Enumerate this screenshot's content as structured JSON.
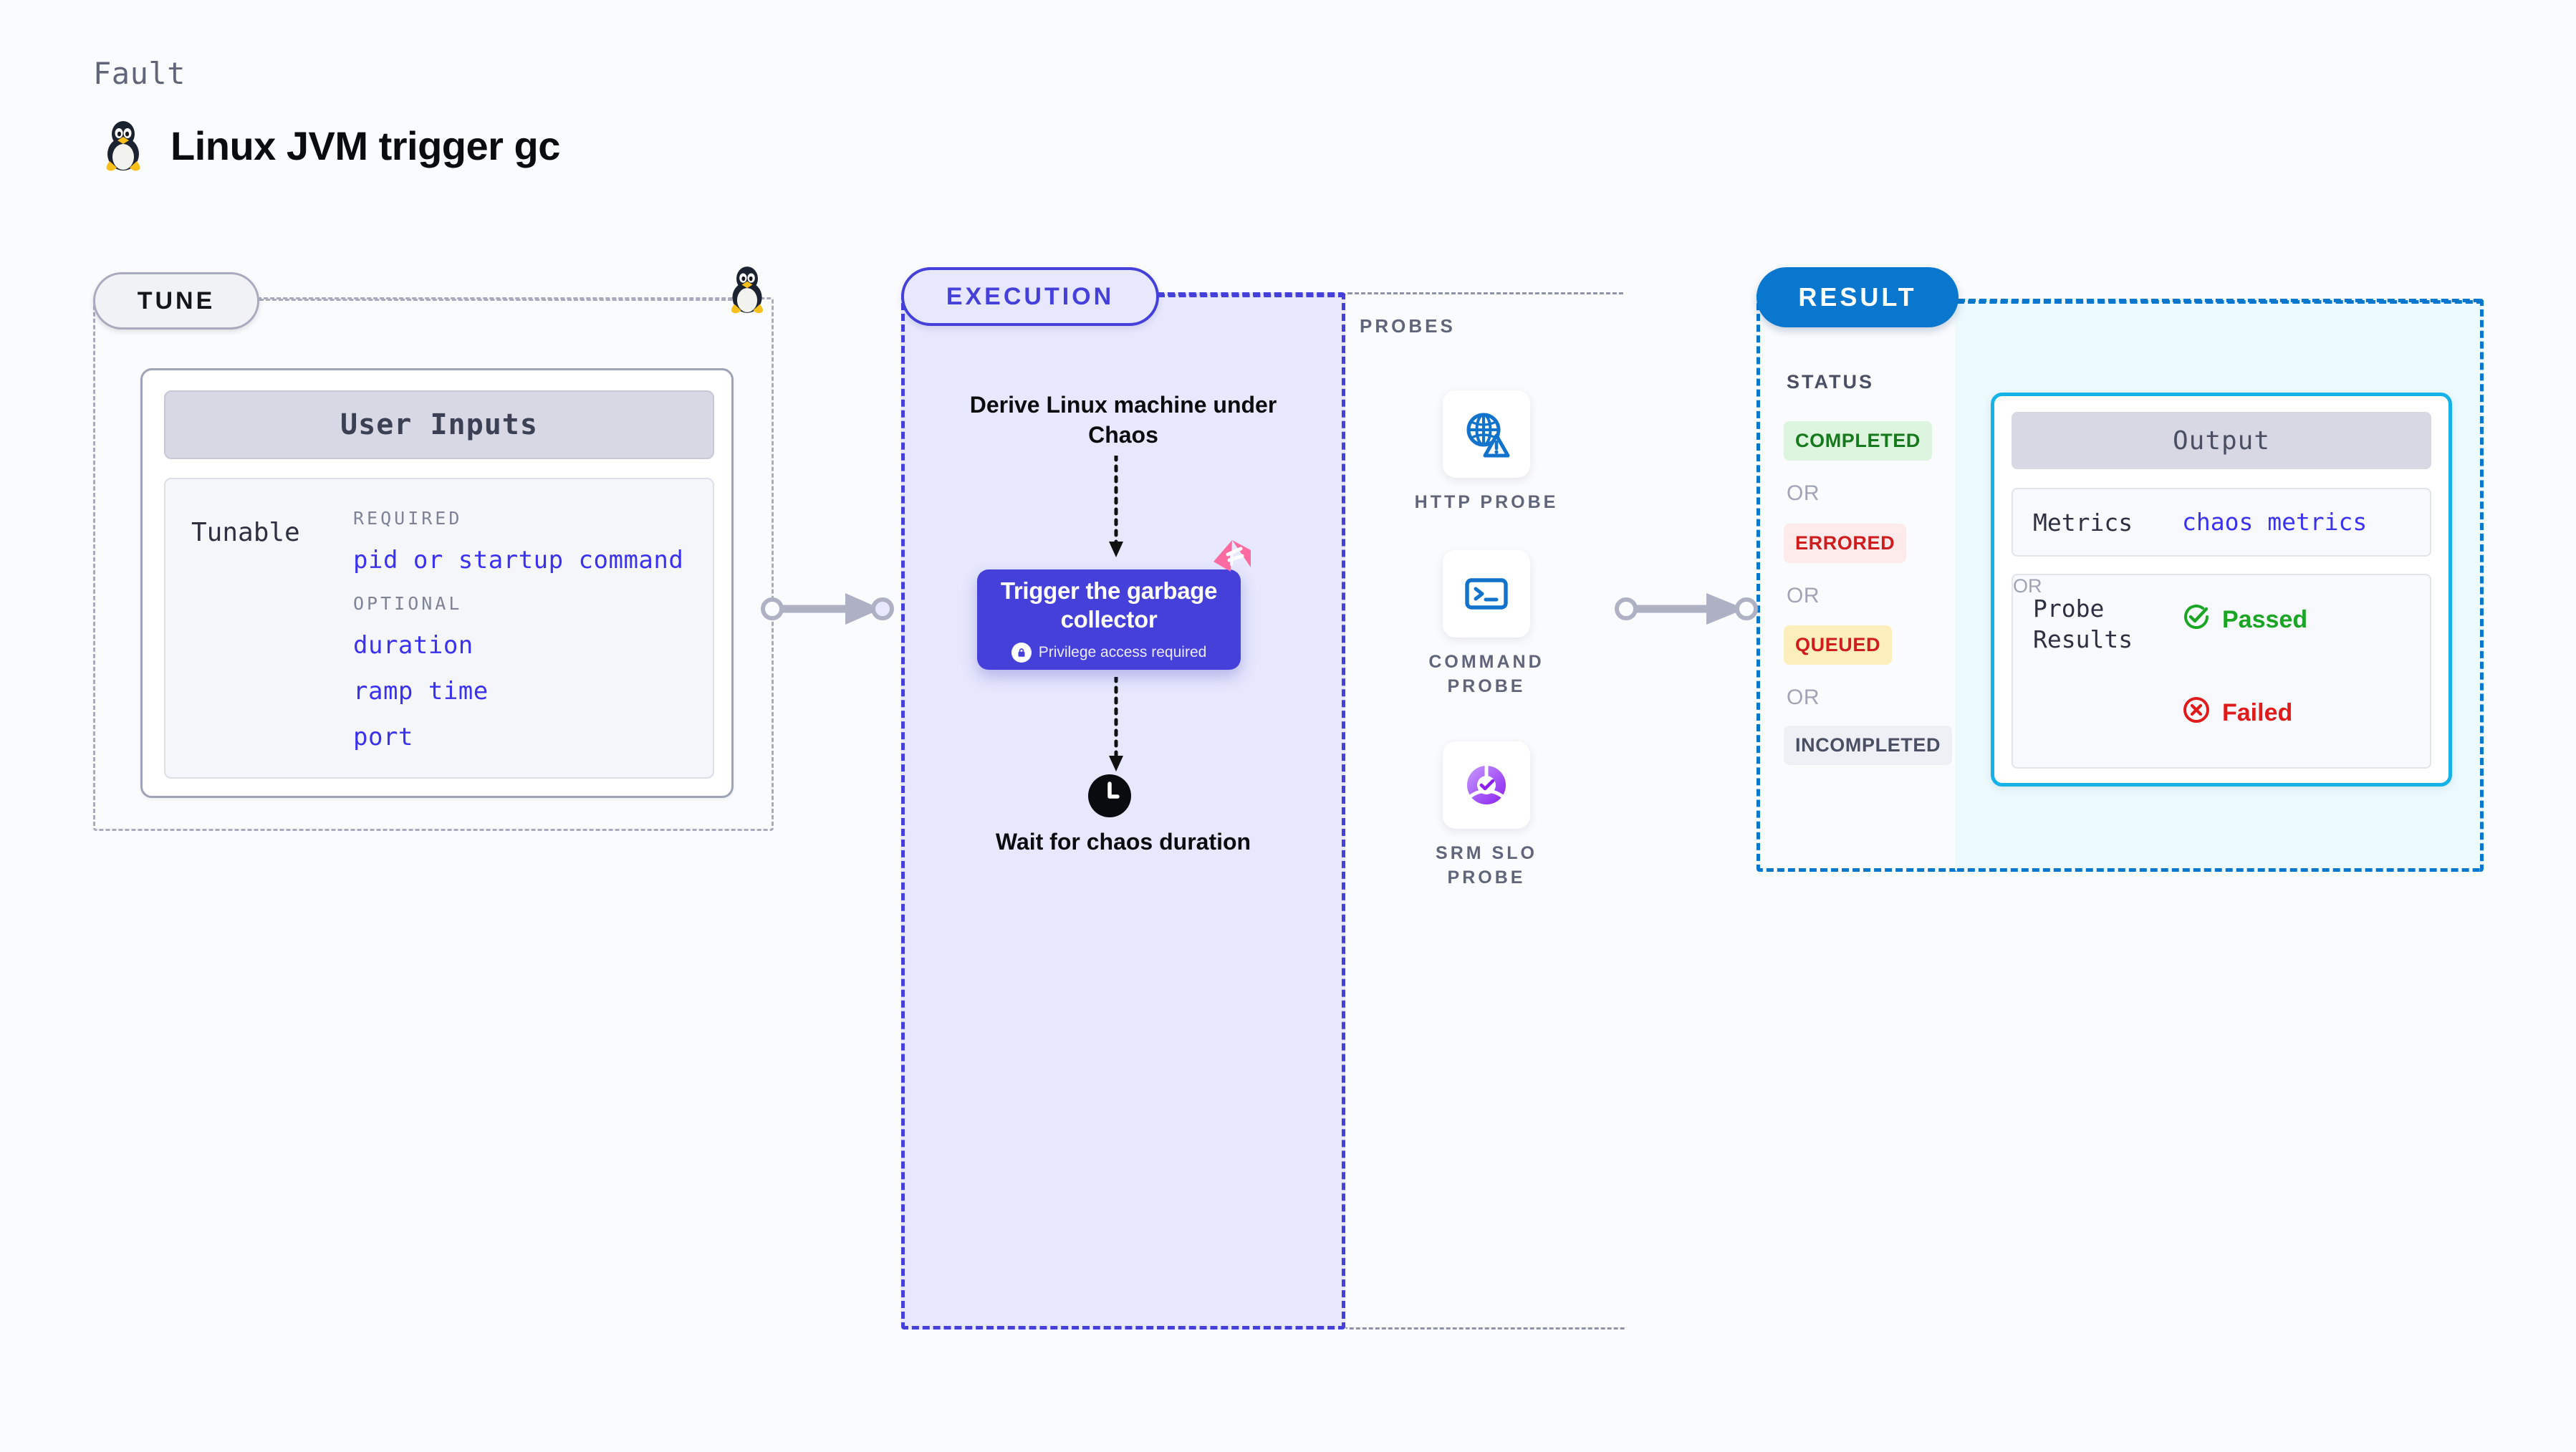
{
  "header": {
    "kicker": "Fault",
    "title": "Linux JVM trigger gc",
    "icon": "tux-penguin-icon"
  },
  "tune": {
    "pill_label": "TUNE",
    "card": {
      "header": "User Inputs",
      "row_label": "Tunable",
      "groups": [
        {
          "label": "REQUIRED",
          "items": [
            "pid or startup command"
          ]
        },
        {
          "label": "OPTIONAL",
          "items": [
            "duration",
            "ramp time",
            "port"
          ]
        }
      ]
    }
  },
  "execution": {
    "pill_label": "EXECUTION",
    "step_derive": "Derive Linux machine under Chaos",
    "trigger": {
      "title": "Trigger the garbage collector",
      "privilege_note": "Privilege access required",
      "lock_icon": "lock-icon",
      "corner_icon": "litmus-logo-icon"
    },
    "step_wait": "Wait for chaos duration",
    "clock_icon": "clock-icon"
  },
  "probes": {
    "title": "PROBES",
    "items": [
      {
        "name": "HTTP PROBE",
        "icon": "globe-warning-icon"
      },
      {
        "name": "COMMAND PROBE",
        "icon": "terminal-icon"
      },
      {
        "name": "SRM SLO PROBE",
        "icon": "slo-donut-check-icon"
      }
    ]
  },
  "result": {
    "pill_label": "RESULT",
    "status_title": "STATUS",
    "or_label": "OR",
    "statuses": [
      {
        "label": "COMPLETED",
        "bg": "#ddf5de",
        "fg": "#17791d"
      },
      {
        "label": "ERRORED",
        "bg": "#fdeaea",
        "fg": "#cf1d1d"
      },
      {
        "label": "QUEUED",
        "bg": "#fdeebd",
        "fg": "#cf1d1d"
      },
      {
        "label": "INCOMPLETED",
        "bg": "#eef0f6",
        "fg": "#4a4f63"
      }
    ],
    "output": {
      "header": "Output",
      "metrics_label": "Metrics",
      "metrics_value": "chaos metrics",
      "probe_results_label": "Probe Results",
      "passed_label": "Passed",
      "failed_label": "Failed",
      "or_label": "OR",
      "passed_icon": "check-circle-icon",
      "failed_icon": "x-circle-icon"
    }
  },
  "colors": {
    "accent_violet": "#4640da",
    "accent_blue": "#0a77cf",
    "accent_cyan": "#15b2e8",
    "link_blue": "#3b32ef",
    "pink": "#fb6aa0",
    "muted": "#60657a"
  }
}
